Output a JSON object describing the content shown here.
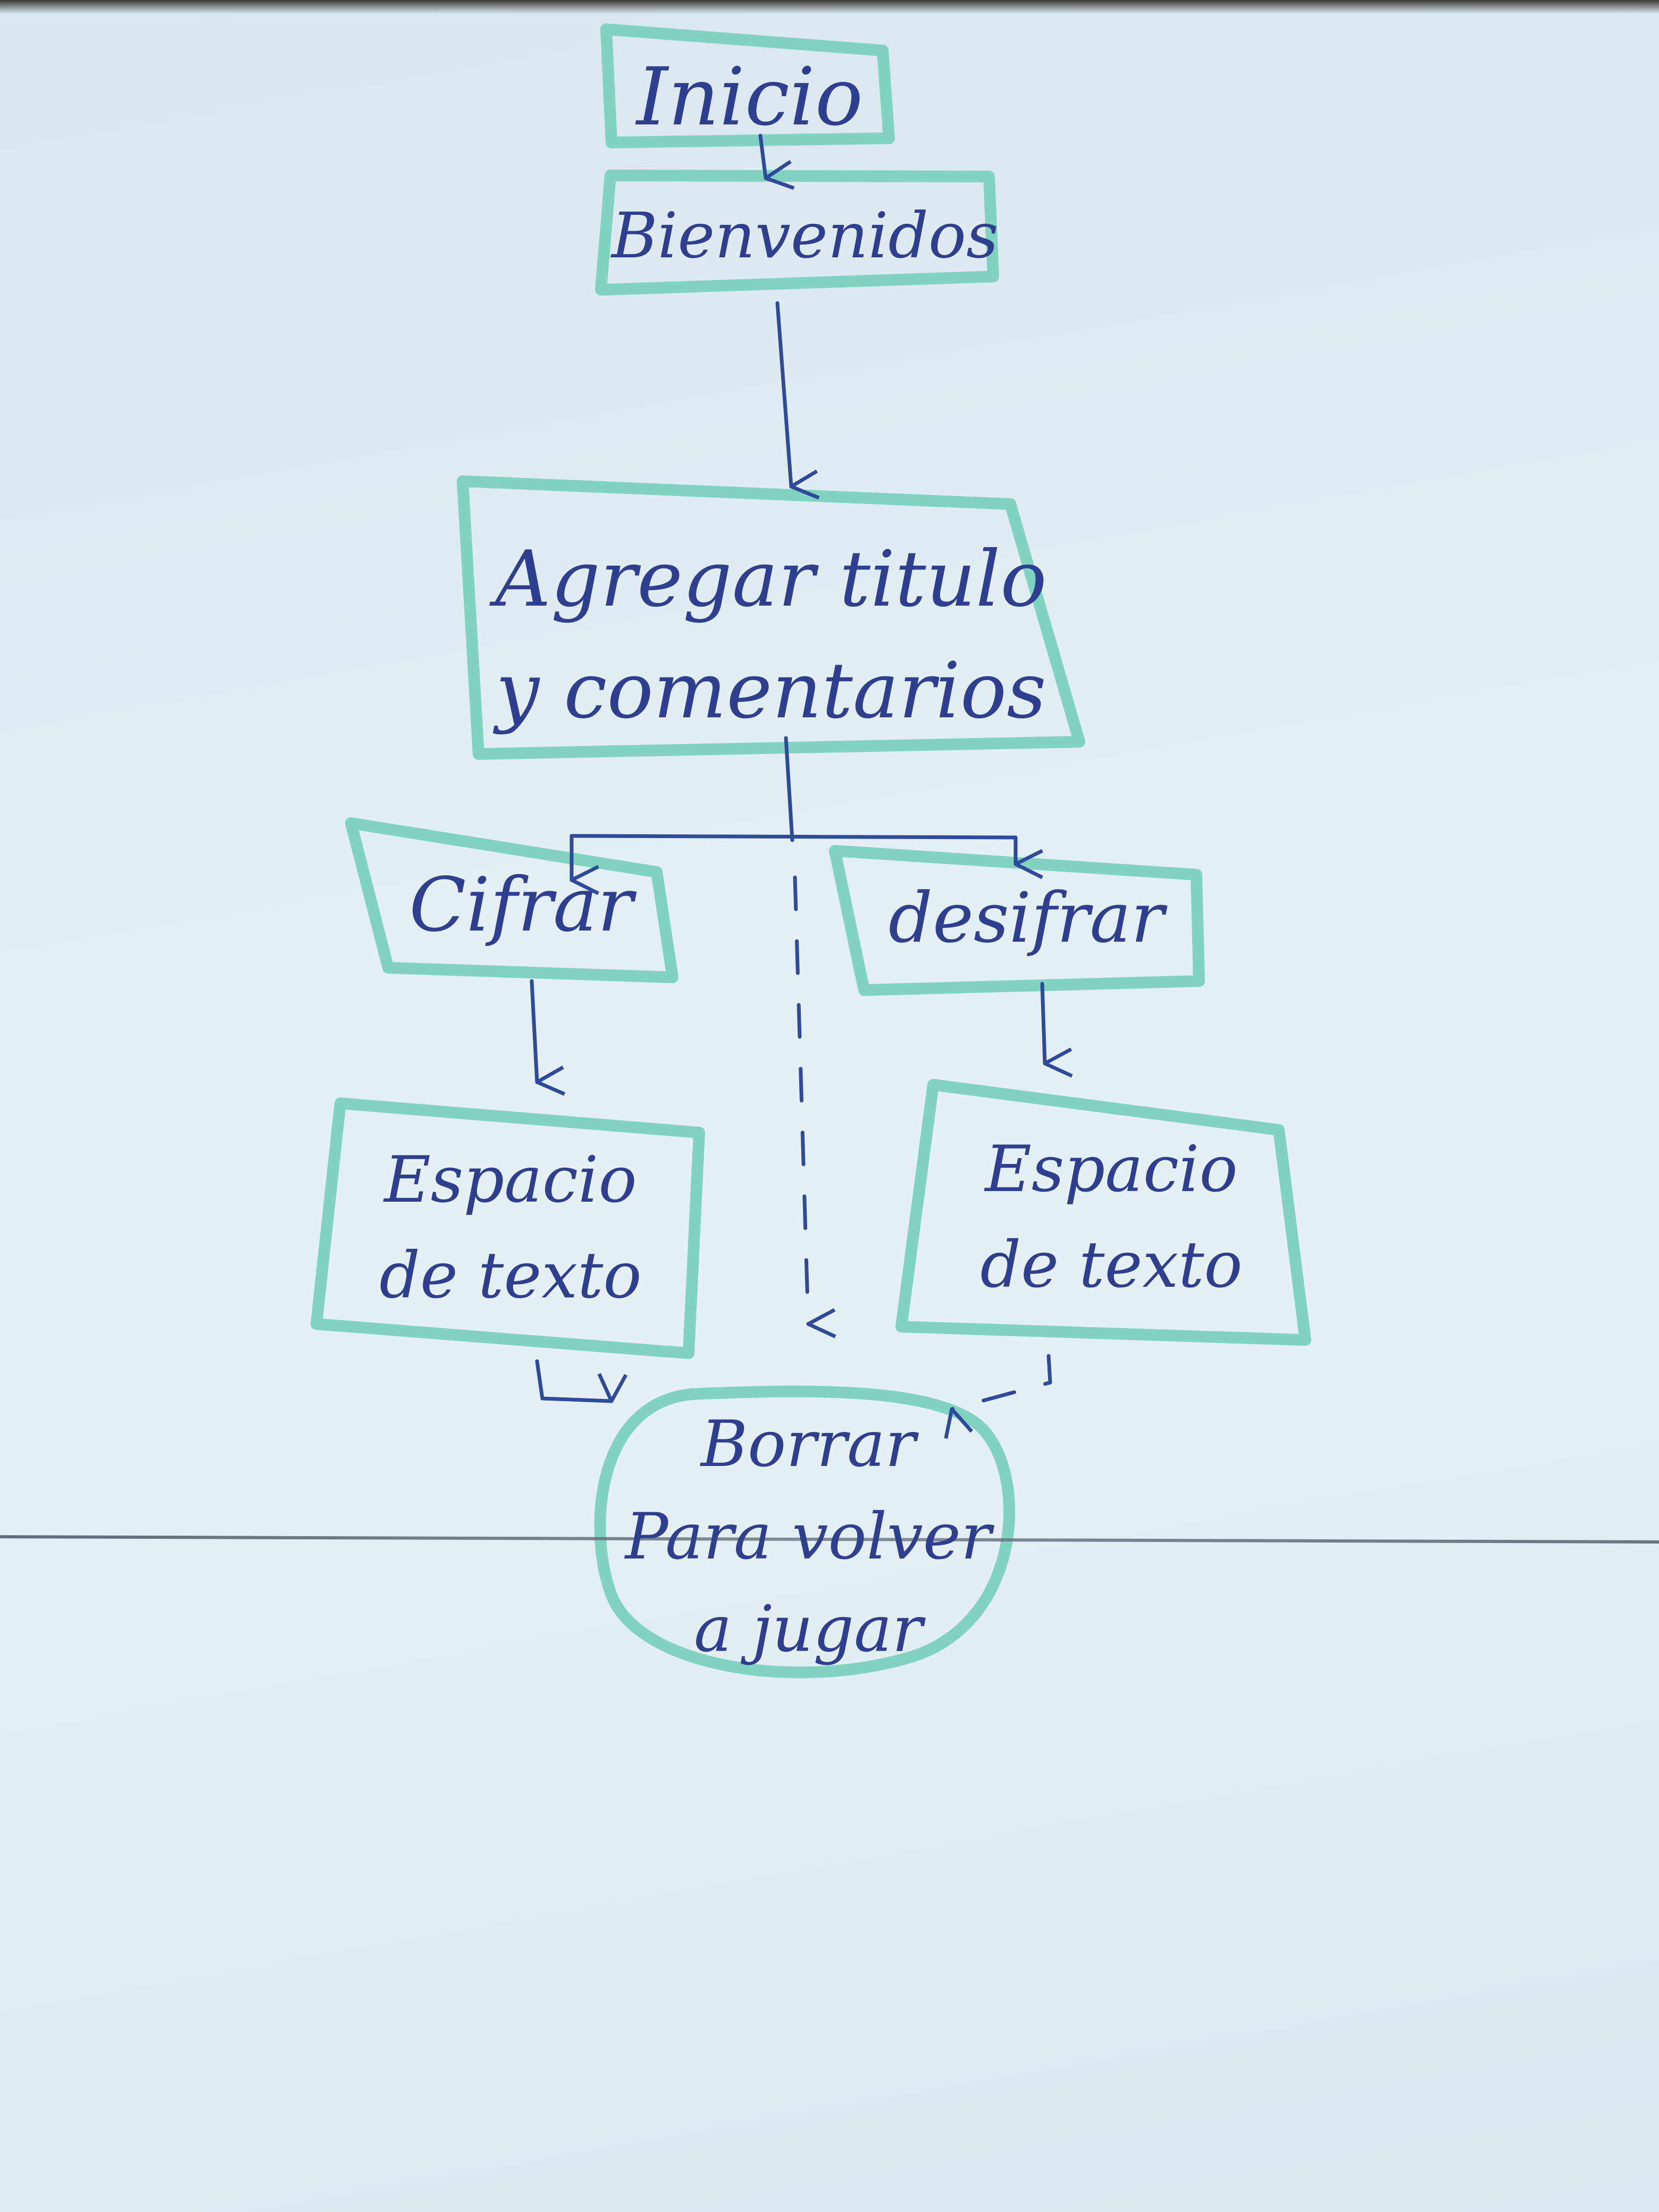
{
  "diagram": {
    "nodes": [
      {
        "id": "inicio",
        "label": "Inicio"
      },
      {
        "id": "bienvenidos",
        "label": "Bienvenidos"
      },
      {
        "id": "agregar",
        "label_line1": "Agregar titulo",
        "label_line2": "y comentarios"
      },
      {
        "id": "cifrar",
        "label": "Cifrar"
      },
      {
        "id": "desifrar",
        "label": "desifrar"
      },
      {
        "id": "espacio-izq",
        "label_line1": "Espacio",
        "label_line2": "de texto"
      },
      {
        "id": "espacio-der",
        "label_line1": "Espacio",
        "label_line2": "de texto"
      },
      {
        "id": "borrar",
        "label_line1": "Borrar",
        "label_line2": "Para volver",
        "label_line3": "a jugar"
      }
    ],
    "edges": [
      {
        "from": "inicio",
        "to": "bienvenidos",
        "style": "solid"
      },
      {
        "from": "bienvenidos",
        "to": "agregar",
        "style": "solid"
      },
      {
        "from": "agregar",
        "to": "cifrar",
        "style": "solid"
      },
      {
        "from": "agregar",
        "to": "desifrar",
        "style": "solid"
      },
      {
        "from": "agregar",
        "to": "borrar",
        "style": "dashed"
      },
      {
        "from": "cifrar",
        "to": "espacio-izq",
        "style": "solid"
      },
      {
        "from": "desifrar",
        "to": "espacio-der",
        "style": "solid"
      },
      {
        "from": "espacio-izq",
        "to": "borrar",
        "style": "solid"
      },
      {
        "from": "espacio-der",
        "to": "borrar",
        "style": "dashed"
      }
    ],
    "colors": {
      "box": "#7fd3bf",
      "ink": "#2e4a9a",
      "paper": "#e3eef3"
    }
  }
}
